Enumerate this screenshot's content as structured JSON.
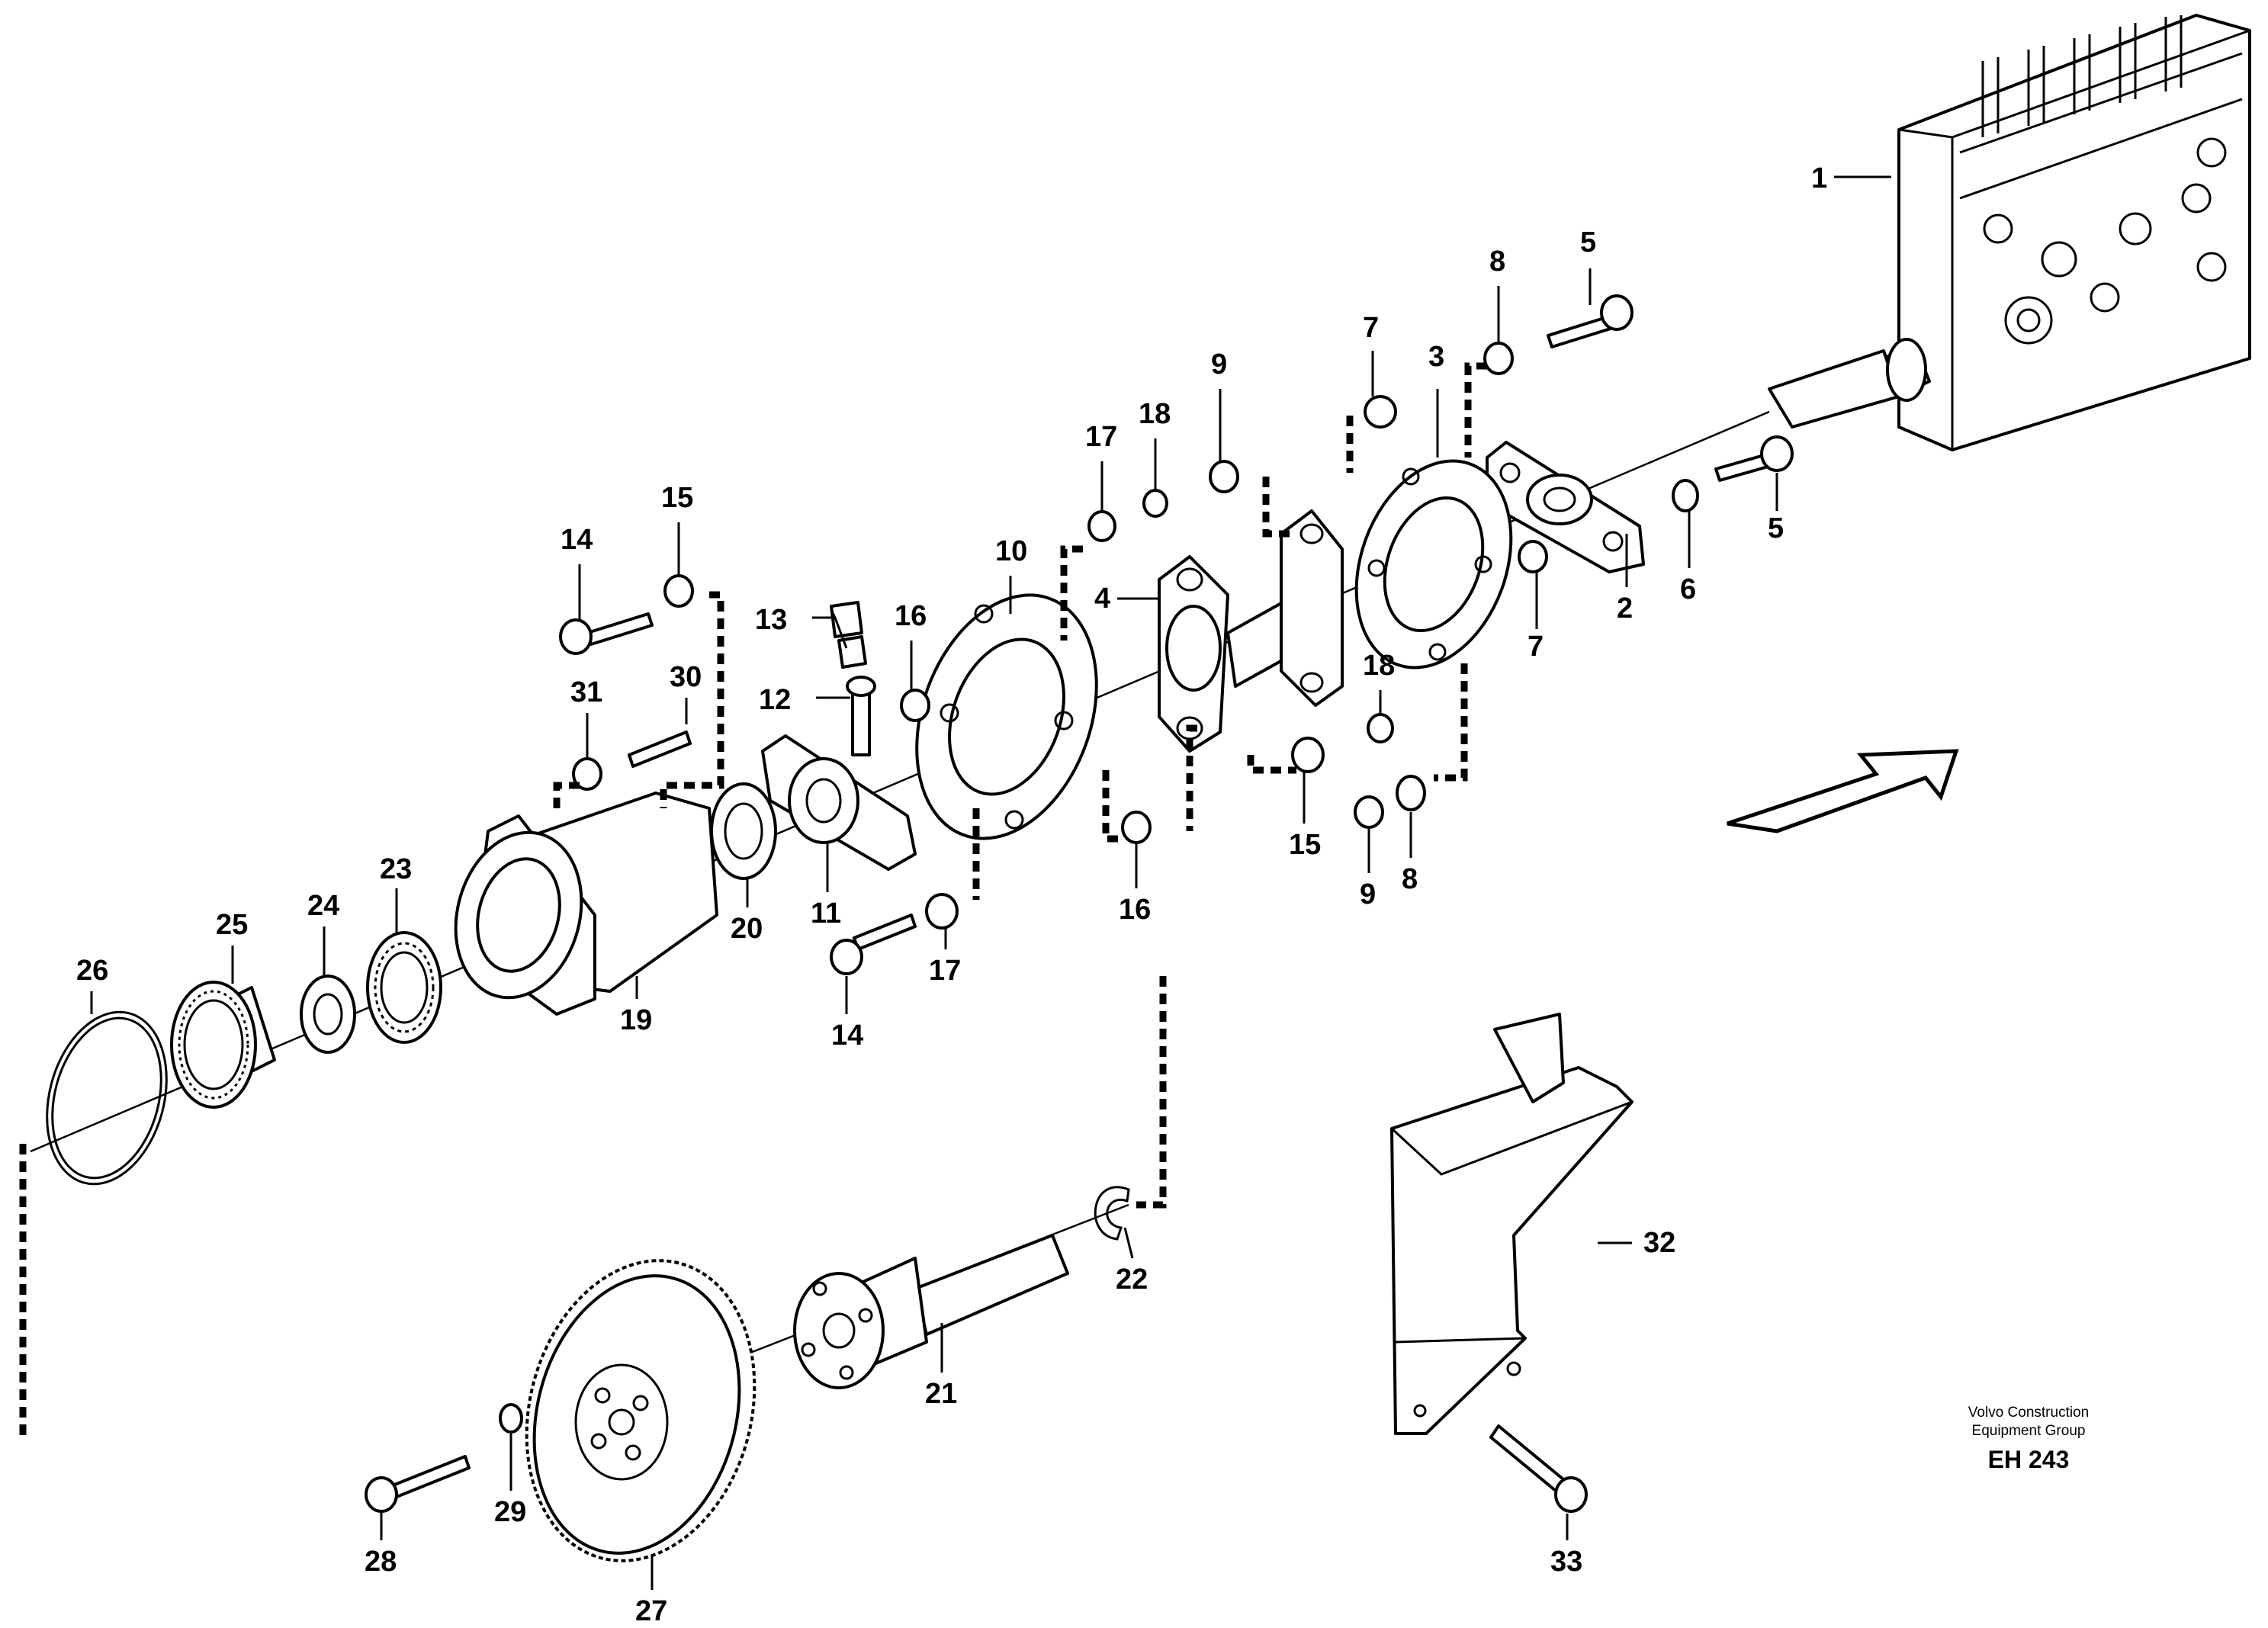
{
  "credit": {
    "line1": "Volvo Construction",
    "line2": "Equipment Group",
    "code": "EH 243"
  },
  "callouts": {
    "c1": "1",
    "c2": "2",
    "c3": "3",
    "c4": "4",
    "c5a": "5",
    "c5b": "5",
    "c6": "6",
    "c7a": "7",
    "c7b": "7",
    "c8a": "8",
    "c8b": "8",
    "c9a": "9",
    "c9b": "9",
    "c10": "10",
    "c11": "11",
    "c12": "12",
    "c13": "13",
    "c14a": "14",
    "c14b": "14",
    "c15a": "15",
    "c15b": "15",
    "c16a": "16",
    "c16b": "16",
    "c17a": "17",
    "c17b": "17",
    "c18a": "18",
    "c18b": "18",
    "c19": "19",
    "c20": "20",
    "c21": "21",
    "c22": "22",
    "c23": "23",
    "c24": "24",
    "c25": "25",
    "c26": "26",
    "c27": "27",
    "c28": "28",
    "c29": "29",
    "c30": "30",
    "c31": "31",
    "c32": "32",
    "c33": "33"
  }
}
